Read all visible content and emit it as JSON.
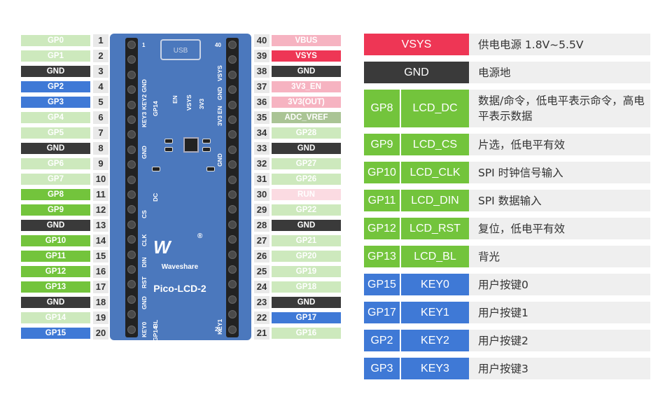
{
  "colors": {
    "light_green": "#cde9bd",
    "dark": "#3a3a3a",
    "blue": "#3f79d6",
    "green": "#73c43c",
    "pink": "#f6b3c1",
    "red": "#ee3655",
    "light_pink": "#fbdbe2",
    "olive": "#aac495"
  },
  "left_pins": [
    {
      "num": "1",
      "label": "GP0",
      "color": "lgreen"
    },
    {
      "num": "2",
      "label": "GP1",
      "color": "lgreen"
    },
    {
      "num": "3",
      "label": "GND",
      "color": "dark"
    },
    {
      "num": "4",
      "label": "GP2",
      "color": "blue"
    },
    {
      "num": "5",
      "label": "GP3",
      "color": "blue"
    },
    {
      "num": "6",
      "label": "GP4",
      "color": "lgreen"
    },
    {
      "num": "7",
      "label": "GP5",
      "color": "lgreen"
    },
    {
      "num": "8",
      "label": "GND",
      "color": "dark"
    },
    {
      "num": "9",
      "label": "GP6",
      "color": "lgreen"
    },
    {
      "num": "10",
      "label": "GP7",
      "color": "lgreen"
    },
    {
      "num": "11",
      "label": "GP8",
      "color": "green"
    },
    {
      "num": "12",
      "label": "GP9",
      "color": "green"
    },
    {
      "num": "13",
      "label": "GND",
      "color": "dark"
    },
    {
      "num": "14",
      "label": "GP10",
      "color": "green"
    },
    {
      "num": "15",
      "label": "GP11",
      "color": "green"
    },
    {
      "num": "16",
      "label": "GP12",
      "color": "green"
    },
    {
      "num": "17",
      "label": "GP13",
      "color": "green"
    },
    {
      "num": "18",
      "label": "GND",
      "color": "dark"
    },
    {
      "num": "19",
      "label": "GP14",
      "color": "lgreen"
    },
    {
      "num": "20",
      "label": "GP15",
      "color": "blue"
    }
  ],
  "right_pins": [
    {
      "num": "40",
      "label": "VBUS",
      "color": "pink"
    },
    {
      "num": "39",
      "label": "VSYS",
      "color": "red"
    },
    {
      "num": "38",
      "label": "GND",
      "color": "dark"
    },
    {
      "num": "37",
      "label": "3V3_EN",
      "color": "pink"
    },
    {
      "num": "36",
      "label": "3V3(OUT)",
      "color": "pink"
    },
    {
      "num": "35",
      "label": "ADC_VREF",
      "color": "olive"
    },
    {
      "num": "34",
      "label": "GP28",
      "color": "lgreen"
    },
    {
      "num": "33",
      "label": "GND",
      "color": "dark"
    },
    {
      "num": "32",
      "label": "GP27",
      "color": "lgreen"
    },
    {
      "num": "31",
      "label": "GP26",
      "color": "lgreen"
    },
    {
      "num": "30",
      "label": "RUN",
      "color": "lpink"
    },
    {
      "num": "29",
      "label": "GP22",
      "color": "lgreen"
    },
    {
      "num": "28",
      "label": "GND",
      "color": "dark"
    },
    {
      "num": "27",
      "label": "GP21",
      "color": "lgreen"
    },
    {
      "num": "26",
      "label": "GP20",
      "color": "lgreen"
    },
    {
      "num": "25",
      "label": "GP19",
      "color": "lgreen"
    },
    {
      "num": "24",
      "label": "GP18",
      "color": "lgreen"
    },
    {
      "num": "23",
      "label": "GND",
      "color": "dark"
    },
    {
      "num": "22",
      "label": "GP17",
      "color": "blue"
    },
    {
      "num": "21",
      "label": "GP16",
      "color": "lgreen"
    }
  ],
  "board": {
    "usb_label": "USB",
    "brand": "Waveshare",
    "product": "Pico-LCD-2",
    "pin1_mark": "1",
    "pin40_mark": "40",
    "pin21_mark": "21",
    "left_silk": [
      "GND",
      "KEY2",
      "KEY3",
      "GND",
      "CS",
      "CLK",
      "DIN",
      "RST",
      "GND",
      "KEY0"
    ],
    "right_silk": [
      "VSYS",
      "GND",
      "EN",
      "3V3",
      "GND",
      "KEY1"
    ],
    "inner_silk": [
      "GP14",
      "EN",
      "VSYS",
      "3V3",
      "DC",
      "BL",
      "GP14"
    ],
    "registered": "®"
  },
  "table": [
    {
      "pin": "VSYS",
      "func": "",
      "desc": "供电电源 1.8V~5.5V",
      "color": "red",
      "merged": true
    },
    {
      "pin": "GND",
      "func": "",
      "desc": "电源地",
      "color": "dark",
      "merged": true
    },
    {
      "pin": "GP8",
      "func": "LCD_DC",
      "desc": "数据/命令，低电平表示命令，高电平表示数据",
      "color": "green",
      "merged": false,
      "tall": true
    },
    {
      "pin": "GP9",
      "func": "LCD_CS",
      "desc": "片选，低电平有效",
      "color": "green",
      "merged": false
    },
    {
      "pin": "GP10",
      "func": "LCD_CLK",
      "desc": "SPI 时钟信号输入",
      "color": "green",
      "merged": false
    },
    {
      "pin": "GP11",
      "func": "LCD_DIN",
      "desc": "SPI 数据输入",
      "color": "green",
      "merged": false
    },
    {
      "pin": "GP12",
      "func": "LCD_RST",
      "desc": "复位，低电平有效",
      "color": "green",
      "merged": false
    },
    {
      "pin": "GP13",
      "func": "LCD_BL",
      "desc": "背光",
      "color": "green",
      "merged": false
    },
    {
      "pin": "GP15",
      "func": "KEY0",
      "desc": "用户按键0",
      "color": "blue",
      "merged": false
    },
    {
      "pin": "GP17",
      "func": "KEY1",
      "desc": "用户按键1",
      "color": "blue",
      "merged": false
    },
    {
      "pin": "GP2",
      "func": "KEY2",
      "desc": "用户按键2",
      "color": "blue",
      "merged": false
    },
    {
      "pin": "GP3",
      "func": "KEY3",
      "desc": "用户按键3",
      "color": "blue",
      "merged": false
    }
  ]
}
